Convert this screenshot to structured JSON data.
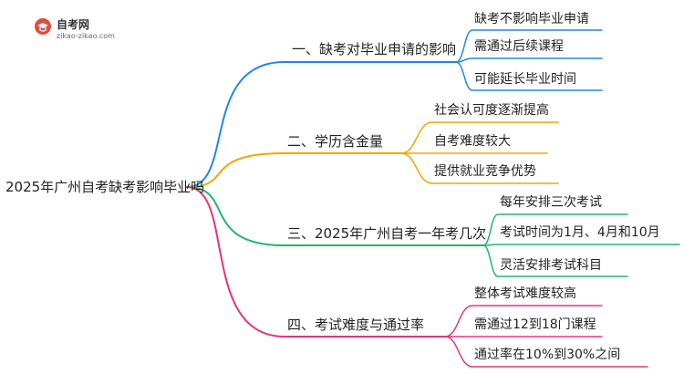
{
  "logo": {
    "title": "自考网",
    "url": "zikao-zikao.com"
  },
  "root": {
    "label": "2025年广州自考缺考影响毕业吗"
  },
  "branches": [
    {
      "label": "一、缺考对毕业申请的影响",
      "color": "#1e88e5",
      "leaves": [
        "缺考不影响毕业申请",
        "需通过后续课程",
        "可能延长毕业时间"
      ]
    },
    {
      "label": "二、学历含金量",
      "color": "#f5a500",
      "leaves": [
        "社会认可度逐渐提高",
        "自考难度较大",
        "提供就业竞争优势"
      ]
    },
    {
      "label": "三、2025年广州自考一年考几次",
      "color": "#1fb86a",
      "leaves": [
        "每年安排三次考试",
        "考试时间为1月、4月和10月",
        "灵活安排考试科目"
      ]
    },
    {
      "label": "四、考试难度与通过率",
      "color": "#e8327a",
      "leaves": [
        "整体考试难度较高",
        "需通过12到18门课程",
        "通过率在10%到30%之间"
      ]
    }
  ]
}
